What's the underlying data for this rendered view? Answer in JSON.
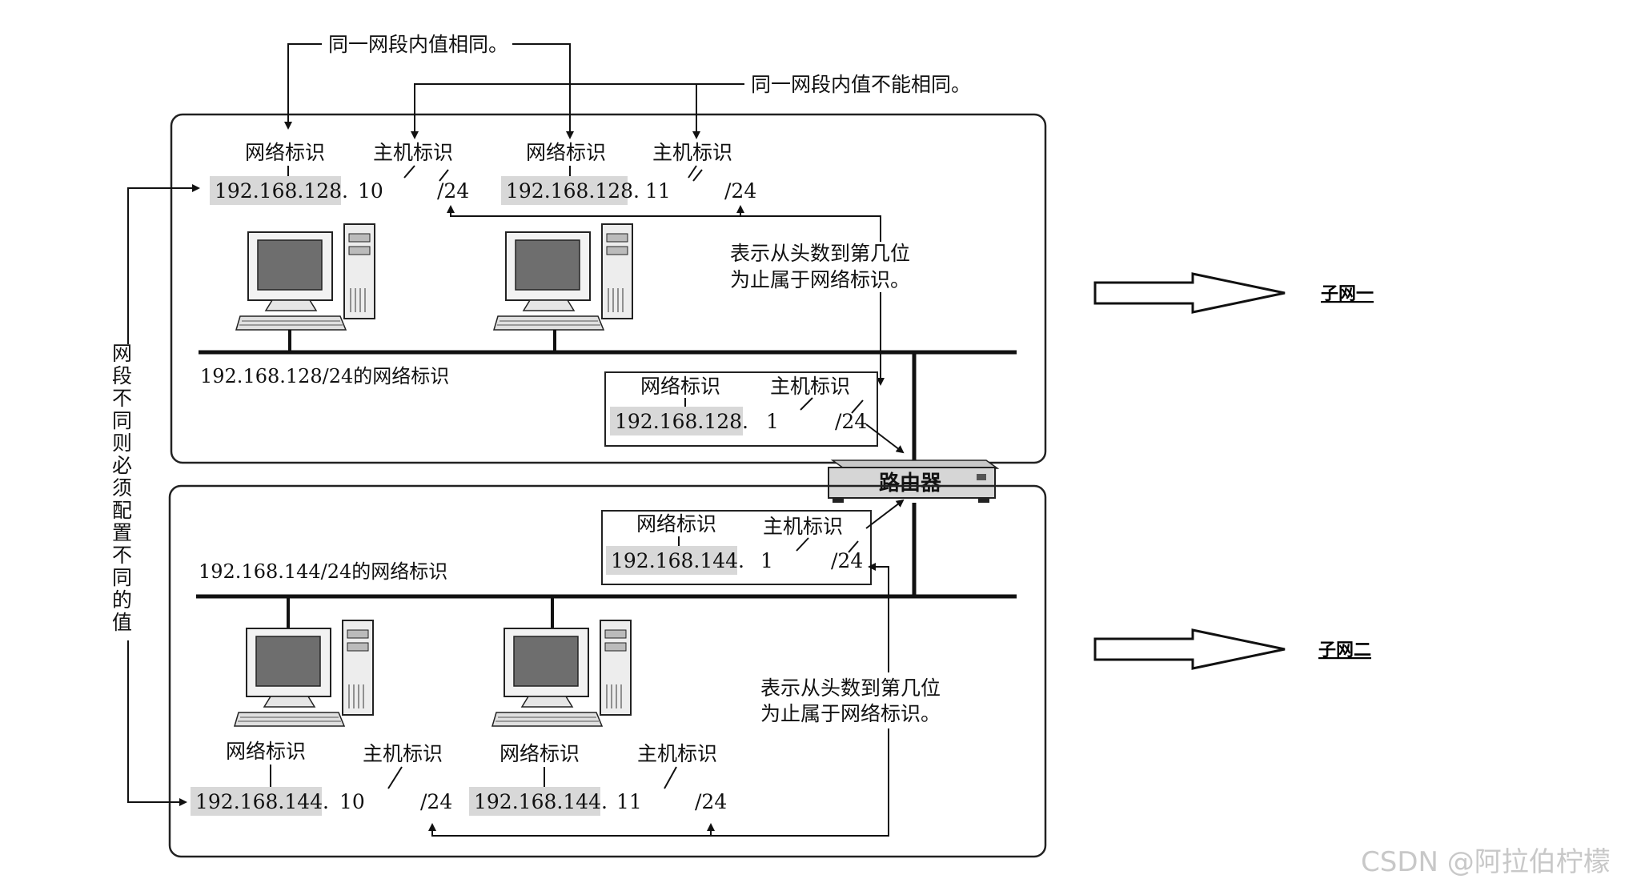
{
  "annotations": {
    "same_value_note": "同一网段内值相同。",
    "different_value_note": "同一网段内值不能相同。",
    "prefix_note_line1": "表示从头数到第几位",
    "prefix_note_line2": "为止属于网络标识。",
    "vertical_note": "网段不同则必须配置不同的值"
  },
  "terms": {
    "network_id": "网络标识",
    "host_id": "主机标识"
  },
  "subnet1": {
    "label": "子网一",
    "network_caption": "192.168.128/24的网络标识",
    "host_a": {
      "network": "192.168.128.",
      "host": "10",
      "prefix": "/24"
    },
    "host_b": {
      "network": "192.168.128.",
      "host": "11",
      "prefix": "/24"
    },
    "router_if": {
      "network": "192.168.128.",
      "host": "1",
      "prefix": "/24"
    }
  },
  "subnet2": {
    "label": "子网二",
    "network_caption": "192.168.144/24的网络标识",
    "host_a": {
      "network": "192.168.144.",
      "host": "10",
      "prefix": "/24"
    },
    "host_b": {
      "network": "192.168.144.",
      "host": "11",
      "prefix": "/24"
    },
    "router_if": {
      "network": "192.168.144.",
      "host": "1",
      "prefix": "/24"
    }
  },
  "router": {
    "label": "路由器"
  },
  "watermark": "CSDN @阿拉伯柠檬"
}
